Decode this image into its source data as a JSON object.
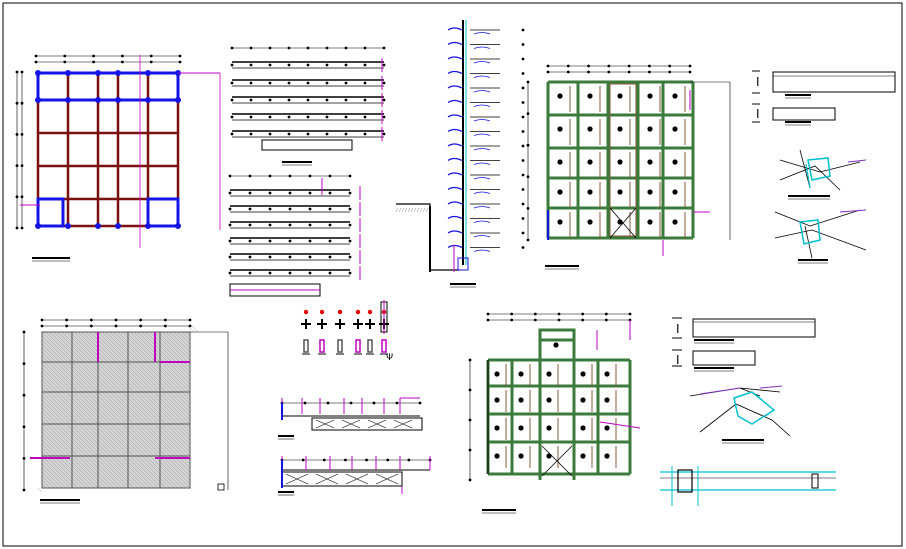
{
  "sheet": {
    "colors": {
      "frame": "#000000",
      "column_blue": "#1414e6",
      "beam_maroon": "#7a1010",
      "dim_magenta": "#c000c0",
      "slab_green": "#3a7a3a",
      "slab_brown": "#8a5a3a",
      "hatch_gray": "#888888",
      "cyan": "#00c0d0",
      "purple": "#8030c0",
      "red": "#e00000"
    },
    "drawings": [
      {
        "id": "foundation-plan",
        "kind": "column and beam plan"
      },
      {
        "id": "beam-elevations-top",
        "kind": "beam elevation details"
      },
      {
        "id": "beam-elevations-bottom",
        "kind": "beam elevation details"
      },
      {
        "id": "stair-section",
        "kind": "stair / wall section"
      },
      {
        "id": "slab-plan-upper",
        "kind": "slab framing plan"
      },
      {
        "id": "steel-section-details-upper",
        "kind": "steel section and joint details"
      },
      {
        "id": "hatched-slab-plan",
        "kind": "hatched slab plan"
      },
      {
        "id": "column-section-details",
        "kind": "column sections"
      },
      {
        "id": "beam-details-lower",
        "kind": "beam reinforcement details"
      },
      {
        "id": "slab-plan-lower",
        "kind": "slab framing plan"
      },
      {
        "id": "steel-section-details-lower",
        "kind": "steel section and joint details"
      }
    ]
  }
}
